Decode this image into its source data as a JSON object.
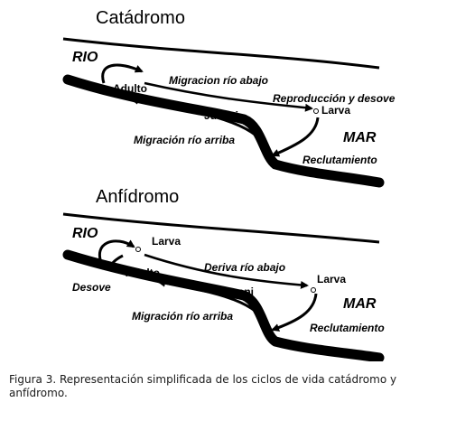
{
  "diagram": {
    "panels": [
      {
        "title": "Catádromo",
        "labels": {
          "river": "RIO",
          "sea": "MAR",
          "adult": "Adulto",
          "downstream_migration": "Migracion río abajo",
          "reproduction": "Reproducción y desove",
          "larva": "Larva",
          "juvenile": "Juveni",
          "upstream_migration": "Migración río arriba",
          "recruitment": "Reclutamiento"
        }
      },
      {
        "title": "Anfídromo",
        "labels": {
          "river": "RIO",
          "sea": "MAR",
          "larva_river": "Larva",
          "adult": "Adulto",
          "spawning": "Desove",
          "drift": "Deriva río abajo",
          "larva_sea": "Larva",
          "juvenile": "Juveni",
          "upstream_migration": "Migración río arriba",
          "recruitment": "Reclutamiento"
        }
      }
    ]
  },
  "caption": "Figura 3. Representación simplificada de los ciclos de vida catádromo y anfídromo."
}
